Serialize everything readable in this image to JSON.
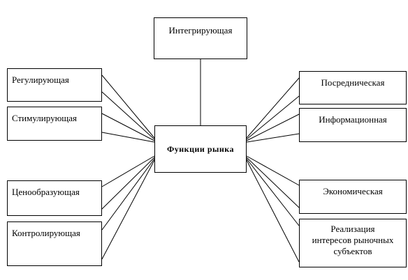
{
  "diagram": {
    "center": {
      "label": "Функции рынка"
    },
    "top": {
      "label": "Интегрирующая"
    },
    "left": [
      {
        "label": "Регулирующая"
      },
      {
        "label": "Стимулирующая"
      },
      {
        "label": "Ценообразующая"
      },
      {
        "label": "Контролирующая"
      }
    ],
    "right": [
      {
        "label": "Посредническая"
      },
      {
        "label": "Информационная"
      },
      {
        "label": "Экономическая"
      },
      {
        "label": "Реализация интересов рыночных субъектов",
        "lines": [
          "Реализация",
          "интересов рыночных",
          "субъектов"
        ]
      }
    ]
  }
}
